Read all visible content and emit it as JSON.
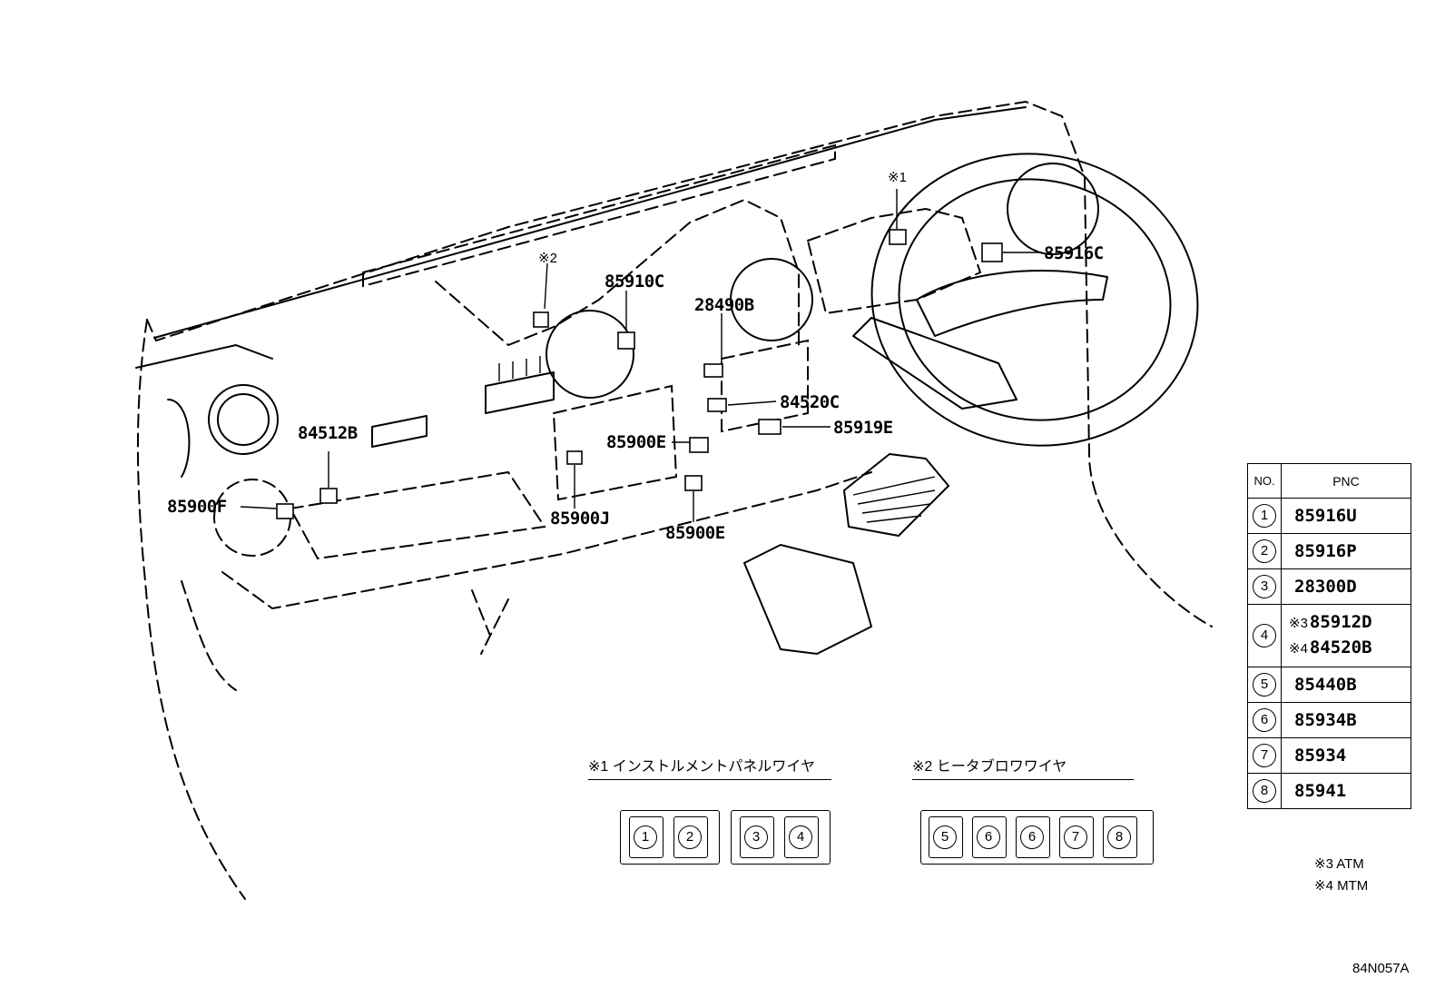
{
  "callouts": {
    "c85910C": "85910C",
    "c28490B": "28490B",
    "c84520C": "84520C",
    "c85919E": "85919E",
    "c85900E_upper": "85900E",
    "c85900E_lower": "85900E",
    "c85900J": "85900J",
    "c84512B": "84512B",
    "c85900F": "85900F",
    "c85916C": "85916C"
  },
  "marks": {
    "mark1": "※1",
    "mark2": "※2"
  },
  "pnc_table": {
    "header_no": "NO.",
    "header_pnc": "PNC",
    "rows": [
      {
        "no": "1",
        "pnc": "85916U"
      },
      {
        "no": "2",
        "pnc": "85916P"
      },
      {
        "no": "3",
        "pnc": "28300D"
      },
      {
        "no": "4",
        "mark_a": "※3",
        "pnc_a": "85912D",
        "mark_b": "※4",
        "pnc_b": "84520B"
      },
      {
        "no": "5",
        "pnc": "85440B"
      },
      {
        "no": "6",
        "pnc": "85934B"
      },
      {
        "no": "7",
        "pnc": "85934"
      },
      {
        "no": "8",
        "pnc": "85941"
      }
    ]
  },
  "legend": {
    "wire1_title": "※1 インストルメントパネルワイヤ",
    "wire2_title": "※2 ヒータブロワワイヤ",
    "wire1_group_a": [
      "1",
      "2"
    ],
    "wire1_group_b": [
      "3",
      "4"
    ],
    "wire2_group": [
      "5",
      "6",
      "6",
      "7",
      "8"
    ]
  },
  "footnotes": {
    "note3": "※3 ATM",
    "note4": "※4 MTM"
  },
  "drawing_code": "84N057A"
}
